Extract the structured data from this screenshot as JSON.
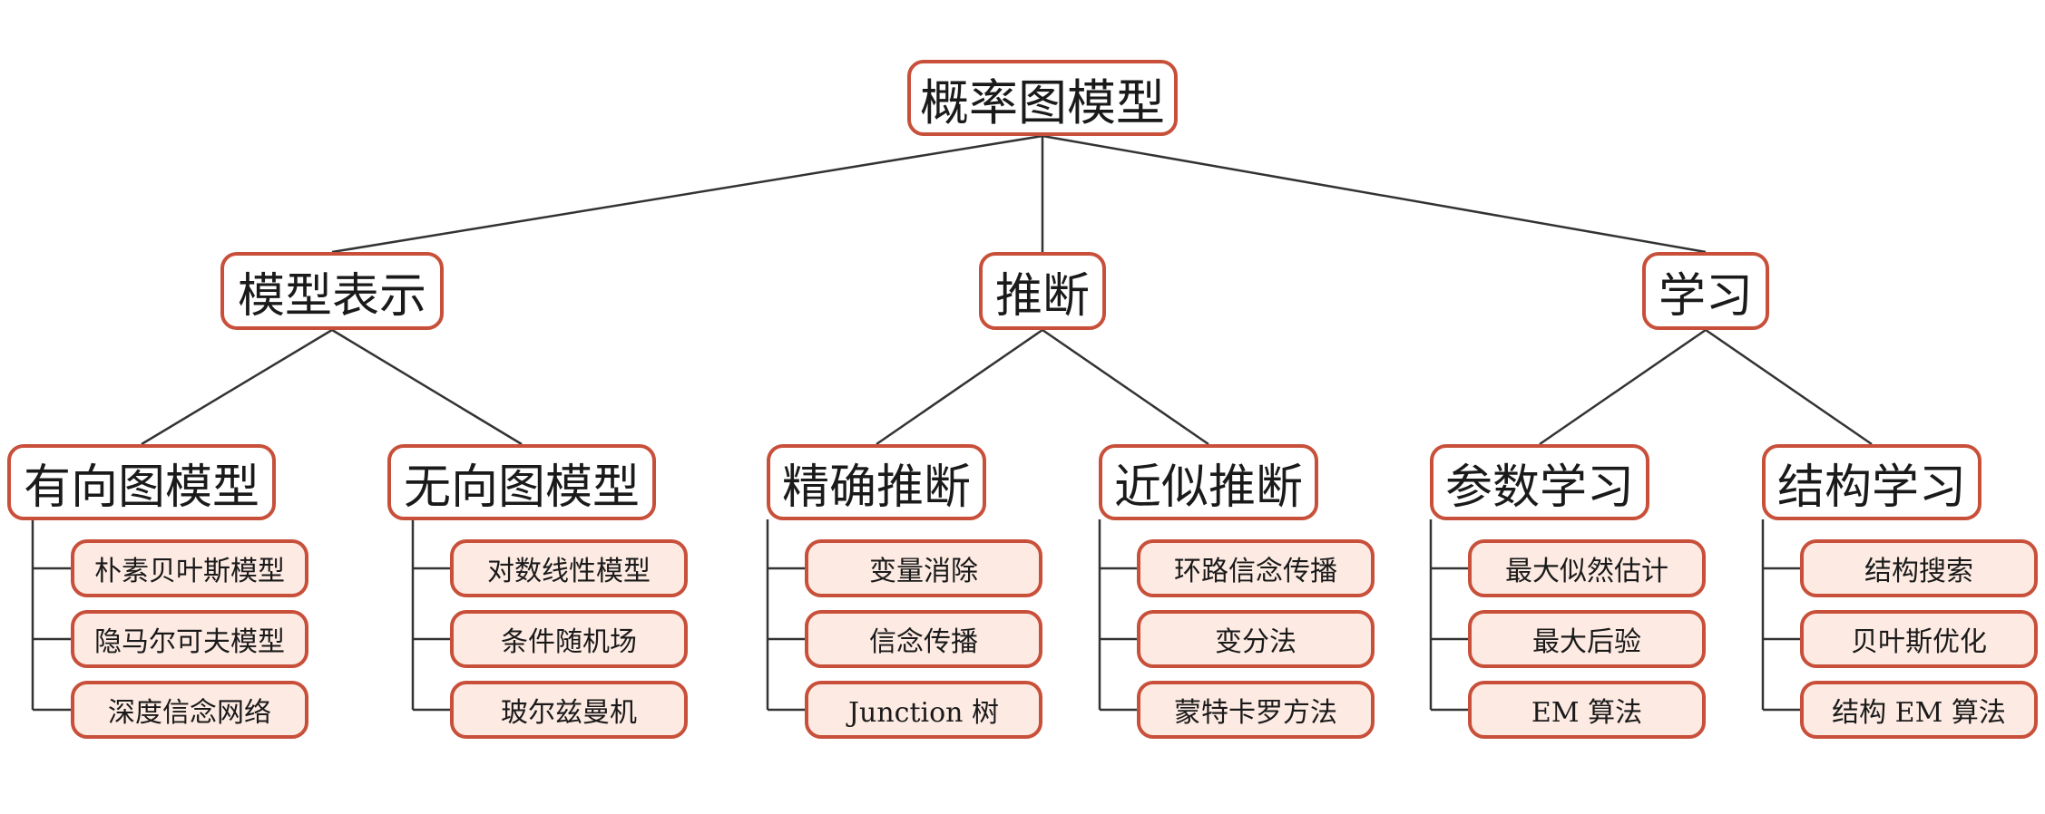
{
  "colors": {
    "border": "#c8503a",
    "leaf_fill": "#fdebe3",
    "line": "#333333"
  },
  "root": {
    "label": "概率图模型"
  },
  "categories": [
    {
      "label": "模型表示",
      "children": [
        {
          "label": "有向图模型",
          "items": [
            "朴素贝叶斯模型",
            "隐马尔可夫模型",
            "深度信念网络"
          ]
        },
        {
          "label": "无向图模型",
          "items": [
            "对数线性模型",
            "条件随机场",
            "玻尔兹曼机"
          ]
        }
      ]
    },
    {
      "label": "推断",
      "children": [
        {
          "label": "精确推断",
          "items": [
            "变量消除",
            "信念传播",
            "Junction 树"
          ]
        },
        {
          "label": "近似推断",
          "items": [
            "环路信念传播",
            "变分法",
            "蒙特卡罗方法"
          ]
        }
      ]
    },
    {
      "label": "学习",
      "children": [
        {
          "label": "参数学习",
          "items": [
            "最大似然估计",
            "最大后验",
            "EM 算法"
          ]
        },
        {
          "label": "结构学习",
          "items": [
            "结构搜索",
            "贝叶斯优化",
            "结构 EM 算法"
          ]
        }
      ]
    }
  ]
}
